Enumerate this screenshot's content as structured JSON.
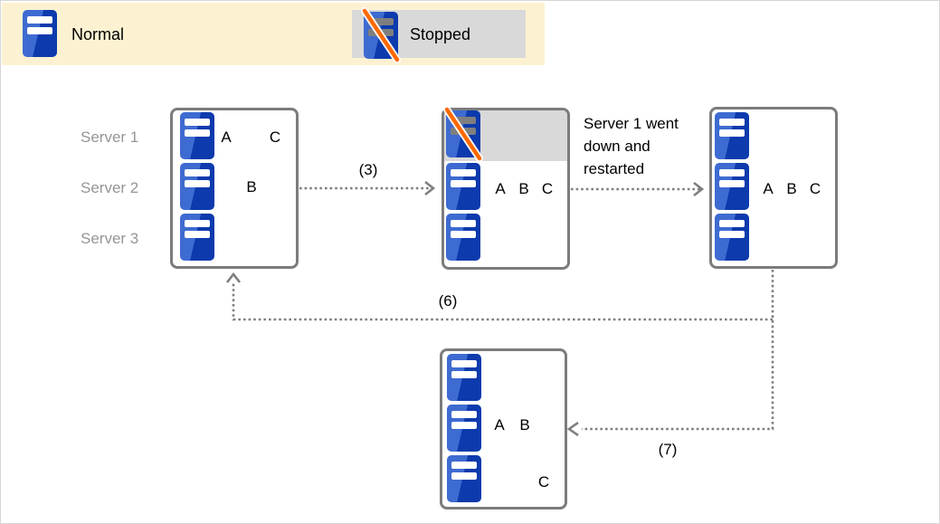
{
  "colors": {
    "server_blue": "#0D3AAD",
    "server_blue_light": "#3E6BD1",
    "bar_white": "#FFFFFF",
    "bar_gray": "#7F7F7F",
    "slash_orange": "#FF6A00",
    "legend_bg": "#FCF2D2",
    "stopped_bg": "#D9D9D9",
    "box_border": "#7C7C7C",
    "line_gray": "#7F7F7F",
    "row_label_gray": "#959595"
  },
  "legend": {
    "items": [
      {
        "label": "Normal",
        "state": "normal"
      },
      {
        "label": "Stopped",
        "state": "stopped"
      }
    ]
  },
  "server_rows": [
    "Server 1",
    "Server 2",
    "Server 3"
  ],
  "annotation": {
    "text": "Server 1 went down and restarted"
  },
  "arrows": [
    {
      "label": "(3)",
      "from": "state-initial",
      "to": "state-server1-stopped"
    },
    {
      "label": "",
      "from": "state-server1-stopped",
      "to": "state-server1-restarted"
    },
    {
      "label": "(6)",
      "from": "state-server1-restarted",
      "to": "state-initial"
    },
    {
      "label": "(7)",
      "from": "state-server1-restarted",
      "to": "state-rebalanced"
    }
  ],
  "boxes": [
    {
      "id": "state-initial",
      "servers": [
        "normal",
        "normal",
        "normal"
      ],
      "letters": [
        "A",
        "C",
        "B"
      ]
    },
    {
      "id": "state-server1-stopped",
      "servers": [
        "stopped",
        "normal",
        "normal"
      ],
      "letters": [
        "A",
        "B",
        "C"
      ]
    },
    {
      "id": "state-server1-restarted",
      "servers": [
        "normal",
        "normal",
        "normal"
      ],
      "letters": [
        "A",
        "B",
        "C"
      ]
    },
    {
      "id": "state-rebalanced",
      "servers": [
        "normal",
        "normal",
        "normal"
      ],
      "letters": [
        "A",
        "B",
        "C"
      ]
    }
  ]
}
